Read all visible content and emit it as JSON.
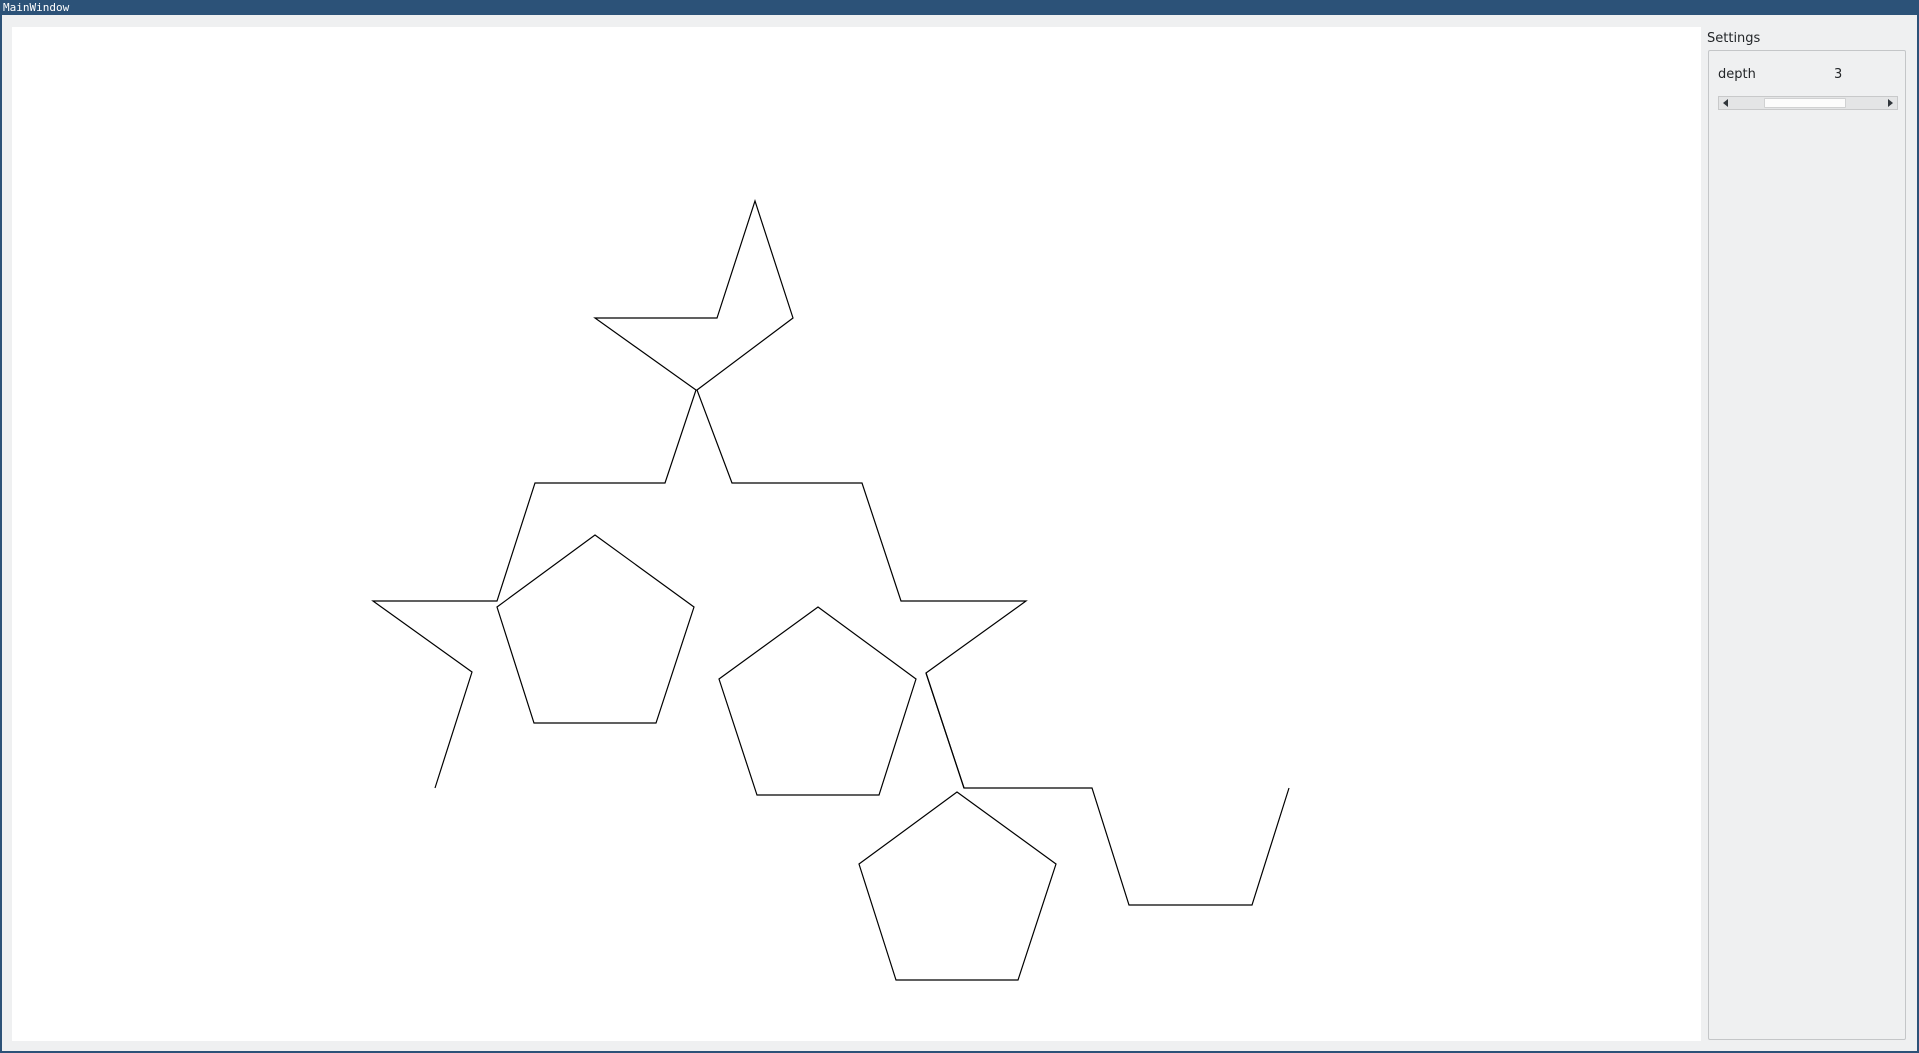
{
  "window": {
    "title": "MainWindow"
  },
  "settings": {
    "title": "Settings",
    "depth_label": "depth",
    "depth_value": "3",
    "slider_fraction": 0.46
  },
  "colors": {
    "titlebar": "#2c5278",
    "canvas_bg": "#ffffff",
    "stroke": "#000000",
    "window_bg": "#eff0f1"
  },
  "icons": [
    "scroll-left-arrow-icon",
    "scroll-right-arrow-icon"
  ]
}
